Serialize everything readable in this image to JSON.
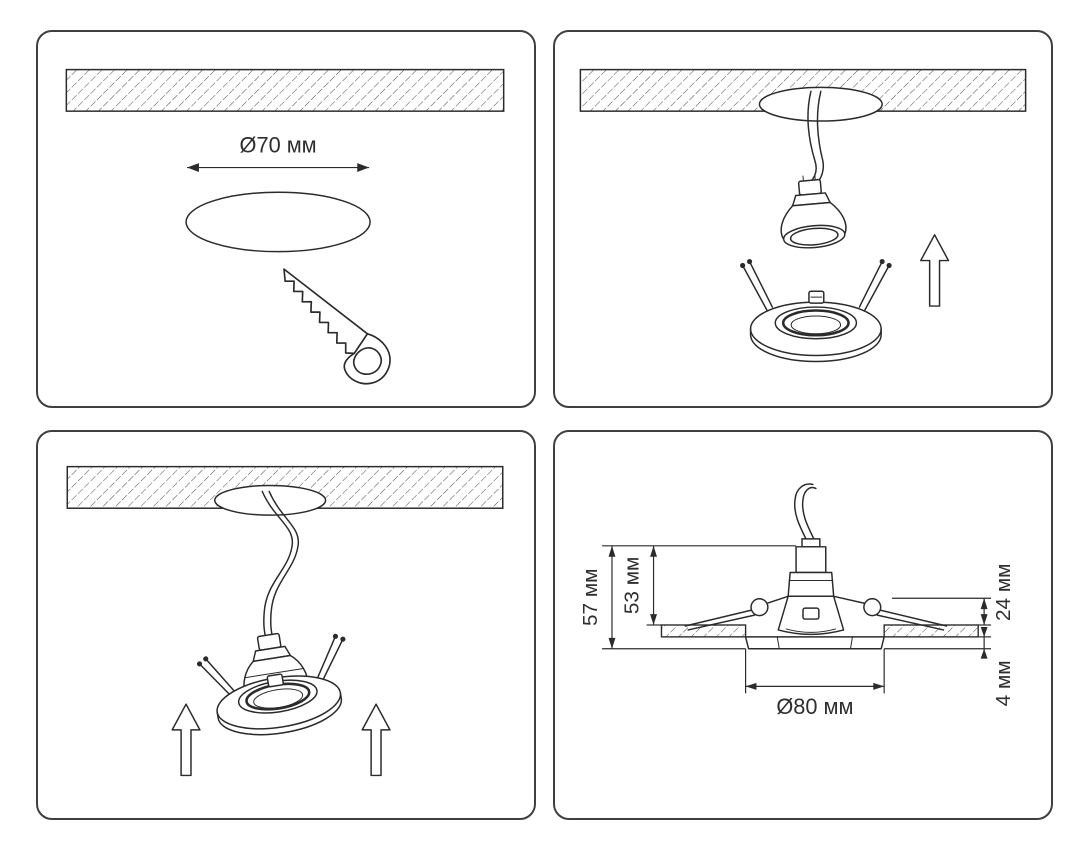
{
  "colors": {
    "line": "#2b2b2b",
    "panel_border": "#3f3f3f",
    "background": "#ffffff"
  },
  "steps": {
    "step1_cutout": {
      "diameter_label": "Ø70 мм"
    },
    "step4_dimensions": {
      "total_height_label": "57 мм",
      "recess_height_label": "53 мм",
      "spring_clearance_label": "24 мм",
      "trim_protrusion_label": "4 мм",
      "trim_diameter_label": "Ø80 мм"
    }
  }
}
